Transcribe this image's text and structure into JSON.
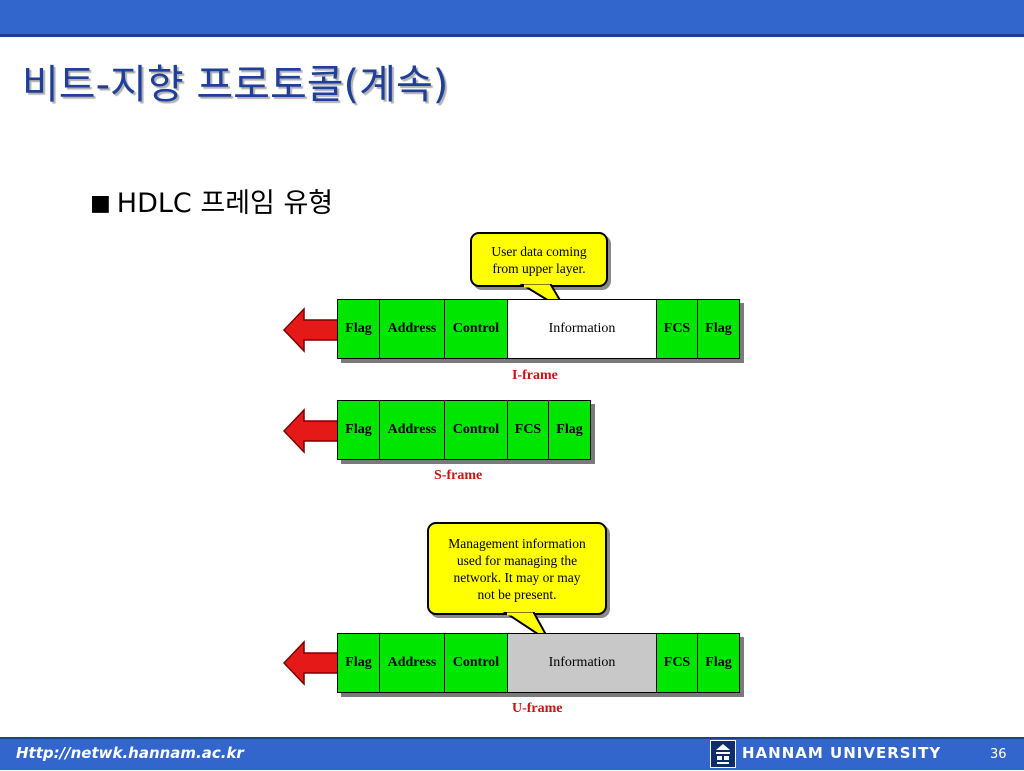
{
  "slide": {
    "title": "비트-지향 프로토콜(계속)",
    "bullet_mark": "■",
    "bullet_text": "HDLC 프레임 유형"
  },
  "frames": {
    "i_frame": {
      "caption": "I-frame",
      "fields": [
        "Flag",
        "Address",
        "Control",
        "Information",
        "FCS",
        "Flag"
      ]
    },
    "s_frame": {
      "caption": "S-frame",
      "fields": [
        "Flag",
        "Address",
        "Control",
        "FCS",
        "Flag"
      ]
    },
    "u_frame": {
      "caption": "U-frame",
      "fields": [
        "Flag",
        "Address",
        "Control",
        "Information",
        "FCS",
        "Flag"
      ]
    }
  },
  "callouts": {
    "user_data": [
      "User data coming",
      "from upper layer."
    ],
    "management": [
      "Management information",
      "used for managing the",
      "network. It may or may",
      "not be present."
    ]
  },
  "footer": {
    "url": "Http://netwk.hannam.ac.kr",
    "logo_icon": "hannam-logo-icon",
    "university": "HANNAM  UNIVERSITY",
    "page_number": "36"
  },
  "colors": {
    "bar_blue": "#3366cc",
    "title_blue": "#1f3f9a",
    "field_green": "#00e600",
    "arrow_red": "#e61919",
    "caption_red": "#cc1111",
    "callout_yellow": "#ffff00",
    "info_gray": "#c8c8c8"
  }
}
